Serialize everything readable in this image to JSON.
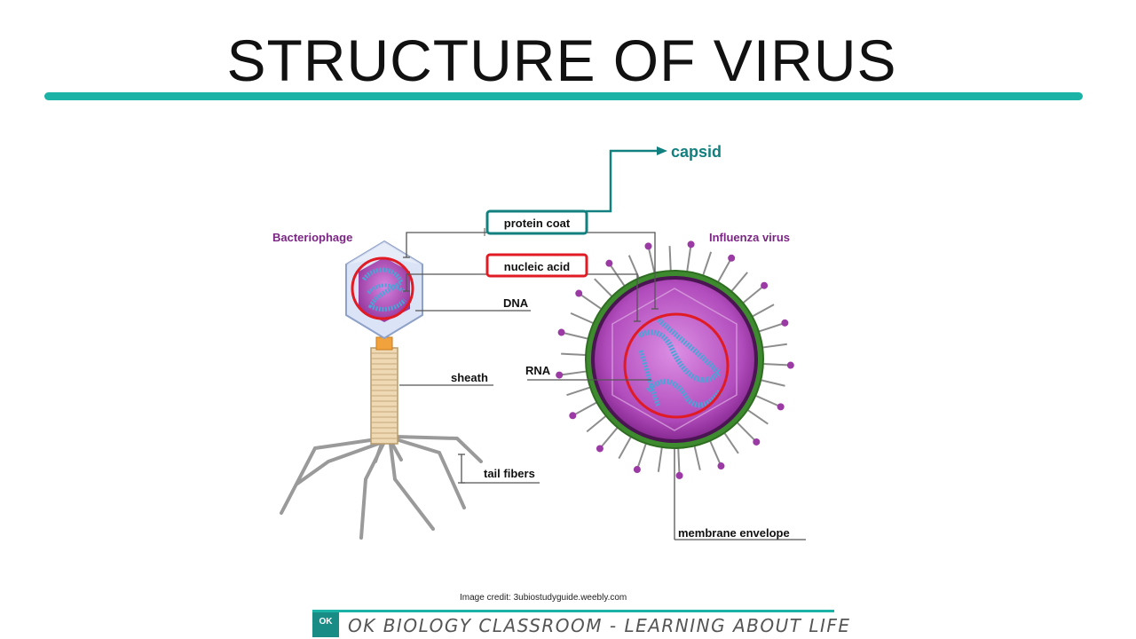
{
  "title": "STRUCTURE OF VIRUS",
  "labels": {
    "capsid": "capsid",
    "protein_coat": "protein coat",
    "nucleic_acid": "nucleic acid",
    "bacteriophage": "Bacteriophage",
    "influenza_virus": "Influenza virus",
    "dna": "DNA",
    "rna": "RNA",
    "sheath": "sheath",
    "tail_fibers": "tail fibers",
    "membrane_envelope": "membrane envelope"
  },
  "credit": "Image credit: 3ubiostudyguide.weebly.com",
  "footer": {
    "logo": "OK",
    "text": "OK BIOLOGY CLASSROOM - LEARNING ABOUT LIFE"
  },
  "colors": {
    "accent_teal": "#1bb3a6",
    "label_teal": "#11807f",
    "highlight_red": "#e01b24",
    "virus_purple": "#8e2a96",
    "envelope_green": "#3e8a2e"
  }
}
